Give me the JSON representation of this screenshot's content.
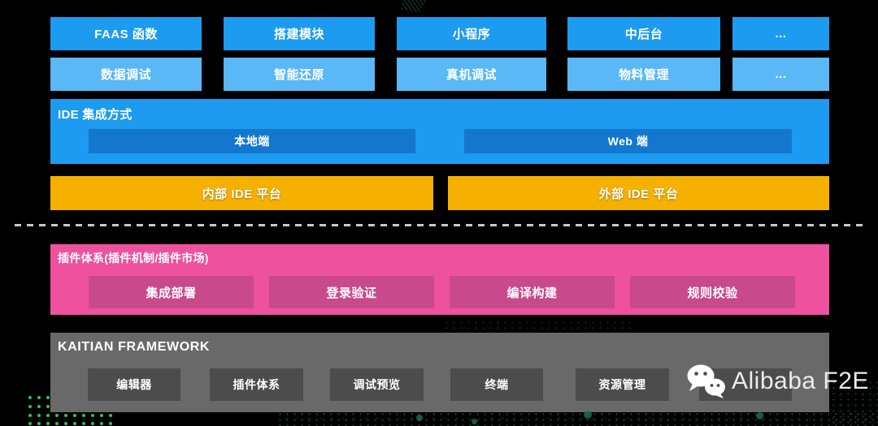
{
  "diagram": {
    "top_row": [
      "FAAS 函数",
      "搭建模块",
      "小程序",
      "中后台",
      "..."
    ],
    "second_row": [
      "数据调试",
      "智能还原",
      "真机调试",
      "物料管理",
      "..."
    ],
    "ide": {
      "title": "IDE 集成方式",
      "items": [
        "本地端",
        "Web 端"
      ]
    },
    "platforms": [
      "内部 IDE 平台",
      "外部 IDE 平台"
    ],
    "plugins": {
      "title": "插件体系(插件机制/插件市场)",
      "items": [
        "集成部署",
        "登录验证",
        "编译构建",
        "规则校验"
      ]
    },
    "framework": {
      "title": "KAITIAN FRAMEWORK",
      "items": [
        "编辑器",
        "插件体系",
        "调试预览",
        "终端",
        "资源管理",
        ""
      ]
    }
  },
  "watermark": {
    "label": "Alibaba F2E",
    "icon": "wechat-icon"
  },
  "colors": {
    "background": "#000000",
    "primary_blue": "#1d9bf0",
    "light_blue": "#5ab8f7",
    "deep_blue": "#1377ce",
    "orange": "#f6b000",
    "pink": "#ee519e",
    "deep_pink": "#c8498c",
    "gray": "#696969",
    "deep_gray": "#4c4c4c",
    "accent_green": "#2fc157",
    "dash_line": "#c9c9c9"
  }
}
